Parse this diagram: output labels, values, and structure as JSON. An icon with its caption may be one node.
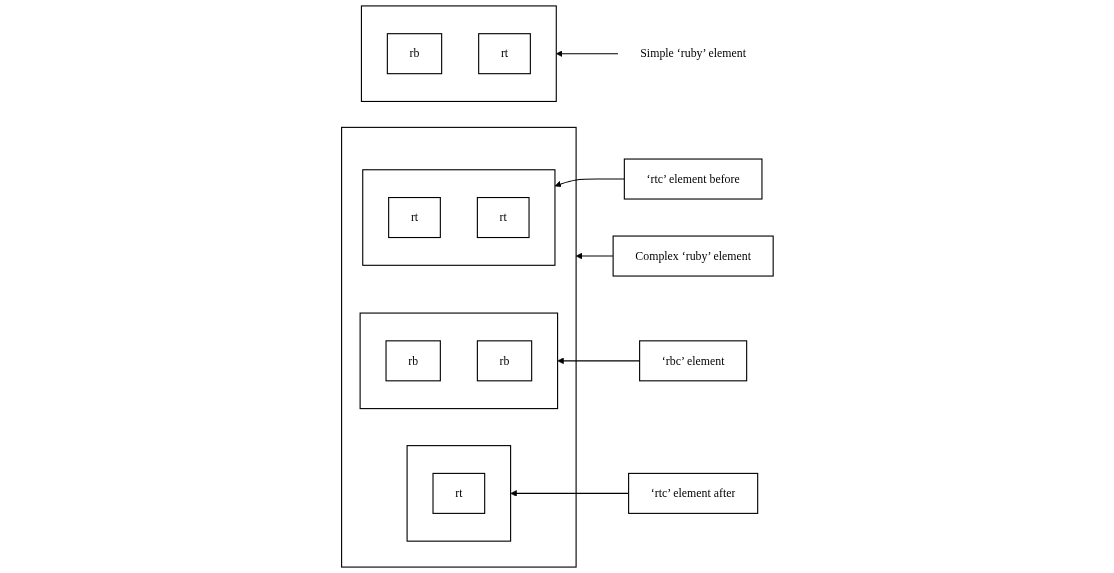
{
  "diagram": {
    "nodes": [
      {
        "text": [],
        "shape": "box"
      },
      {
        "text": [
          "rt"
        ],
        "in": 0
      },
      {
        "text": [
          "rb"
        ],
        "in": 0
      },
      {
        "text": [
          "Simple ‘ruby’ element"
        ]
      },
      {
        "text": [],
        "shape": "box"
      },
      {
        "text": [],
        "shape": "box",
        "in": 4
      },
      {
        "text": [
          "rt"
        ],
        "in": 5
      },
      {
        "text": [
          "rt"
        ],
        "in": 5
      },
      {
        "text": [],
        "shape": "box",
        "in": 4
      },
      {
        "text": [
          "rb"
        ],
        "in": 8
      },
      {
        "text": [
          "rb"
        ],
        "in": 8
      },
      {
        "text": [],
        "shape": "box",
        "in": 4
      },
      {
        "text": [
          "rt"
        ],
        "in": 11
      },
      {
        "text": [
          "‘rtc’ element before"
        ]
      },
      {
        "text": [
          "‘rbc’ element"
        ]
      },
      {
        "text": [
          "‘rtc’ element after"
        ]
      },
      {
        "text": [
          "Complex ‘ruby’ element"
        ]
      }
    ],
    "edges": [
      {
        "from": 3,
        "to": 0,
        "arrow": "to"
      },
      {
        "from": 13,
        "to": 5,
        "arrow": "to"
      },
      {
        "from": 14,
        "to": 8,
        "arrow": "to"
      },
      {
        "from": 15,
        "to": 11,
        "arrow": "to"
      },
      {
        "from": 16,
        "to": 4,
        "arrow": "to"
      }
    ]
  }
}
